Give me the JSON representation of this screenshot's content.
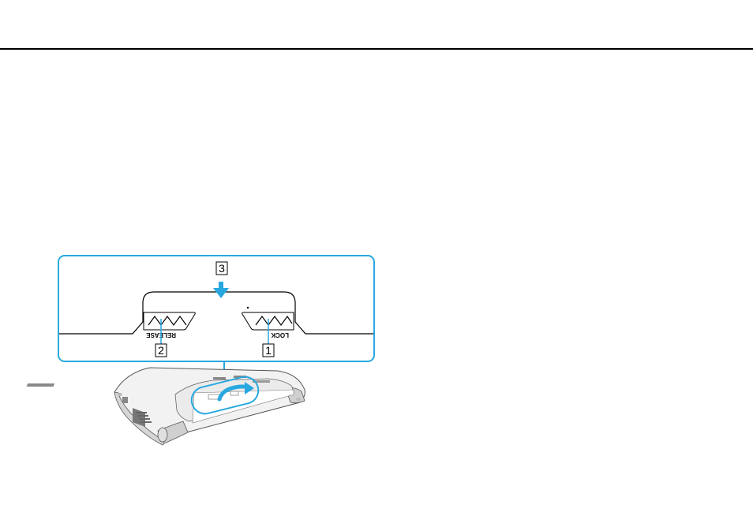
{
  "figure": {
    "callouts": {
      "step1": "1",
      "step2": "2",
      "step3": "3"
    },
    "switch_labels": {
      "release": "RELEASE",
      "lock": "LOCK"
    },
    "colors": {
      "accent": "#29a8e0",
      "line": "#000000"
    },
    "icons": [
      "arrow-down-icon",
      "rotate-arrow-icon",
      "wave-icon"
    ]
  }
}
